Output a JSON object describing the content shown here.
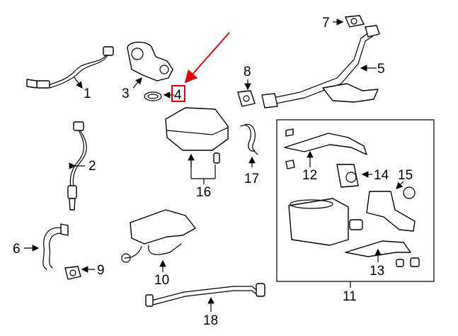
{
  "callouts": {
    "c1": "1",
    "c2": "2",
    "c3": "3",
    "c4": "4",
    "c5": "5",
    "c6": "6",
    "c7": "7",
    "c8": "8",
    "c9": "9",
    "c10": "10",
    "c11": "11",
    "c12": "12",
    "c13": "13",
    "c14": "14",
    "c15": "15",
    "c16": "16",
    "c17": "17",
    "c18": "18"
  },
  "colors": {
    "highlight": "#e8000b",
    "line": "#000000",
    "background": "#ffffff"
  }
}
